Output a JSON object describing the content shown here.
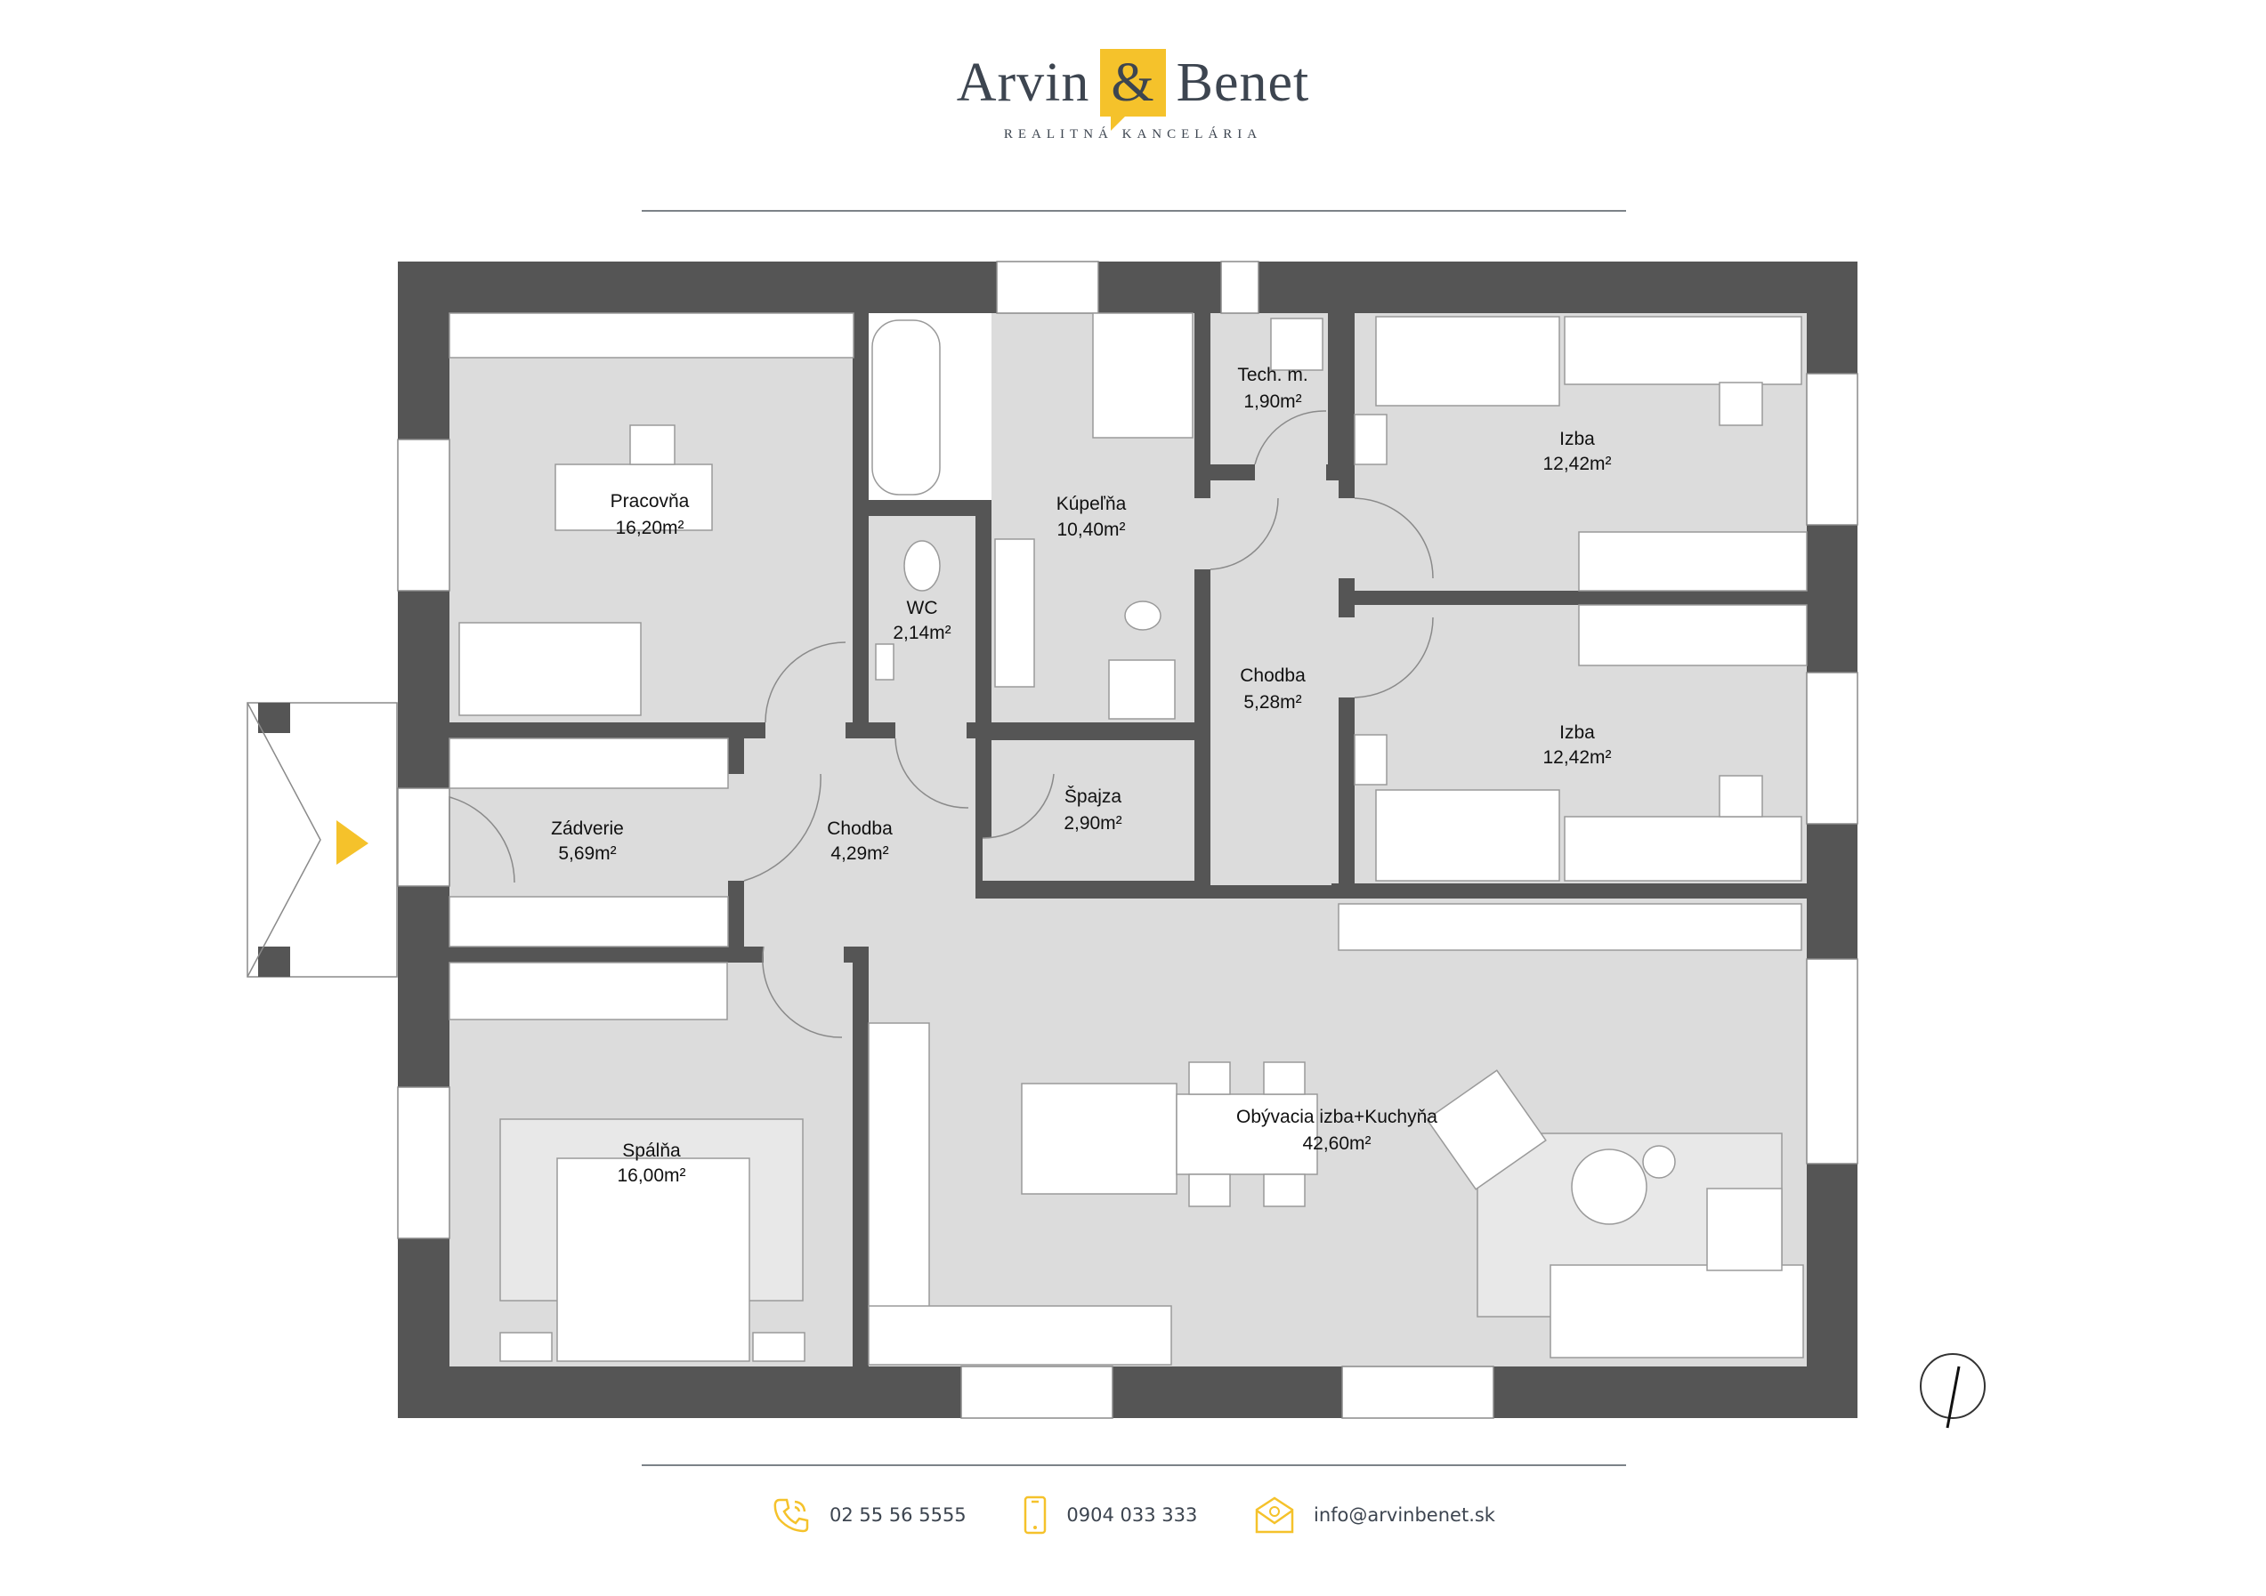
{
  "logo": {
    "name_left": "Arvin",
    "ampersand": "&",
    "name_right": "Benet",
    "subtitle": "REALITNÁ KANCELÁRIA"
  },
  "rooms": [
    {
      "id": "pracovna",
      "name": "Pracovňa",
      "area": "16,20m²"
    },
    {
      "id": "kupelna",
      "name": "Kúpeľňa",
      "area": "10,40m²"
    },
    {
      "id": "tech",
      "name": "Tech. m.",
      "area": "1,90m²"
    },
    {
      "id": "izba1",
      "name": "Izba",
      "area": "12,42m²"
    },
    {
      "id": "wc",
      "name": "WC",
      "area": "2,14m²"
    },
    {
      "id": "chodba1",
      "name": "Chodba",
      "area": "5,28m²"
    },
    {
      "id": "izba2",
      "name": "Izba",
      "area": "12,42m²"
    },
    {
      "id": "spajza",
      "name": "Špajza",
      "area": "2,90m²"
    },
    {
      "id": "zadverie",
      "name": "Zádverie",
      "area": "5,69m²"
    },
    {
      "id": "chodba2",
      "name": "Chodba",
      "area": "4,29m²"
    },
    {
      "id": "obyvacia",
      "name": "Obývacia izba+Kuchyňa",
      "area": "42,60m²"
    },
    {
      "id": "spalna",
      "name": "Spálňa",
      "area": "16,00m²"
    }
  ],
  "icons": [
    "phone-icon",
    "mobile-icon",
    "email-icon",
    "compass-icon",
    "entrance-arrow-icon"
  ],
  "footer": {
    "phone": "02 55 56 5555",
    "mobile": "0904 033 333",
    "email": "info@arvinbenet.sk"
  },
  "colors": {
    "wall": "#555555",
    "room": "#dcdcdc",
    "accent": "#f5c22b",
    "text_dark": "#3d4550"
  }
}
